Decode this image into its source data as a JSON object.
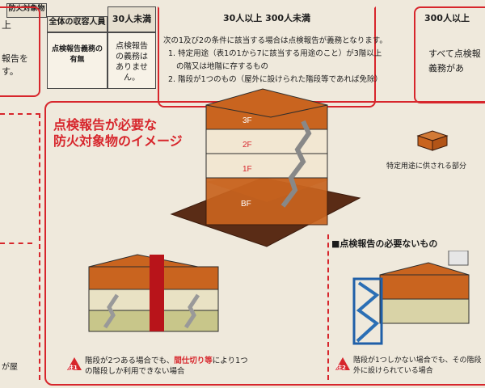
{
  "header": {
    "top_left_label": "防火対象物",
    "col_label": "全体の収容人員",
    "col_under30": "30人未満",
    "col_30to300": "30人以上 300人未満",
    "col_over300": "300人以上",
    "left_partial": "上",
    "row_label": "点検報告義務の有無",
    "under30_text": [
      "点検報告",
      "の義務は",
      "ありません。"
    ],
    "mid_text": [
      "次の1及び2の条件に該当する場合は点検報告が義務となります。",
      "1. 特定用途（表1の1から7に該当する用途のこと）が3階以上",
      "   の階又は地階に存するもの",
      "2. 階段が1つのもの（屋外に設けられた階段等であれば免除）"
    ],
    "over300_text": [
      "すべて点検報",
      "義務があ"
    ],
    "left_snippet": [
      "報告を",
      "す。"
    ]
  },
  "headline": {
    "line1": "点検報告が必要な",
    "line2": "防火対象物のイメージ"
  },
  "building": {
    "floors": [
      "3F",
      "2F",
      "1F",
      "BF"
    ]
  },
  "legend_label": "特定用途に供される部分",
  "no_report_title": "■点検報告の必要ないもの",
  "note1": {
    "badge": "注1",
    "text_a": "階段が2つある場合でも、",
    "text_highlight": "間仕切り等",
    "text_b": "により1つ",
    "text_line2": "の階段しか利用できない場合"
  },
  "note2": {
    "badge": "注2",
    "text_line1": "階段が1つしかない場合でも、その階段",
    "text_line2": "外に設けられている場合"
  },
  "left_bottom_snippet": "が屋",
  "colors": {
    "red": "#d7262c",
    "orange": "#c9641f",
    "dark_brown": "#5a2c16",
    "olive": "#a3a14a"
  }
}
